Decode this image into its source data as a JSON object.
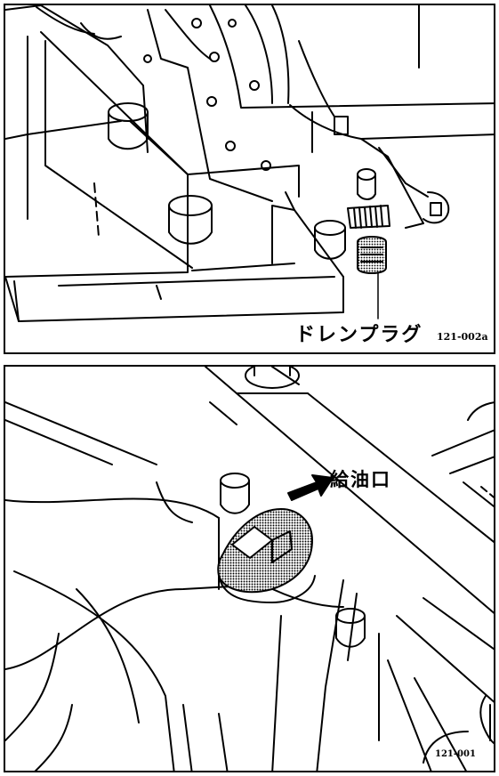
{
  "figures": [
    {
      "callout": "ドレンプラグ",
      "figure_code": "121-002a"
    },
    {
      "callout": "給油口",
      "figure_code": "121-001"
    }
  ]
}
